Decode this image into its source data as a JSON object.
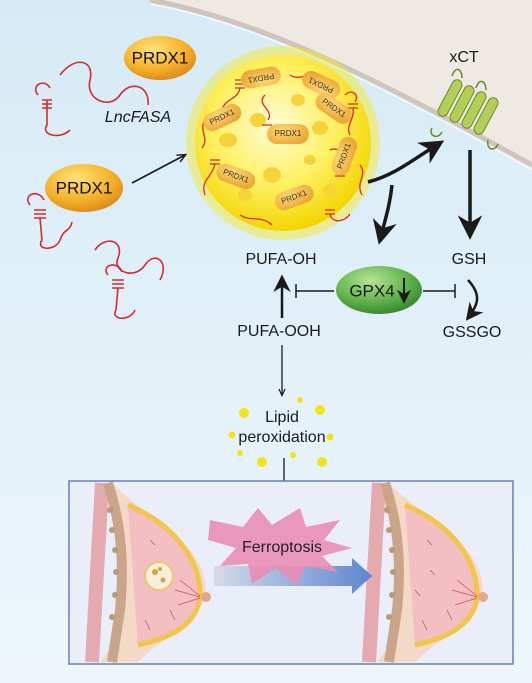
{
  "labels": {
    "prdx1_top": "PRDX1",
    "prdx1_left": "PRDX1",
    "lncfasa": "LncFASA",
    "xct": "xCT",
    "pufa_oh": "PUFA-OH",
    "gpx4": "GPX4",
    "gsh": "GSH",
    "pufa_ooh": "PUFA-OOH",
    "gssgo": "GSSGO",
    "lipid_line1": "Lipid",
    "lipid_line2": "peroxidation",
    "ferroptosis": "Ferroptosis"
  },
  "condensate_labels": [
    "PRDX1",
    "PRDX1",
    "PRDX1",
    "PRDX1",
    "PRDX1",
    "PRDX1",
    "PRDX1",
    "PRDX1"
  ],
  "colors": {
    "background_top": "#d6ebf6",
    "background_bottom": "#eef6fb",
    "membrane": "#e8e3df",
    "condensate_fill": "#f6e81c",
    "prdx1_fill": "#f4a51c",
    "rna_red": "#d62a2a",
    "gpx4_green": "#4a9d3a",
    "xct_green": "#b3cf5a",
    "ferroptosis_pink": "#e486ad"
  }
}
